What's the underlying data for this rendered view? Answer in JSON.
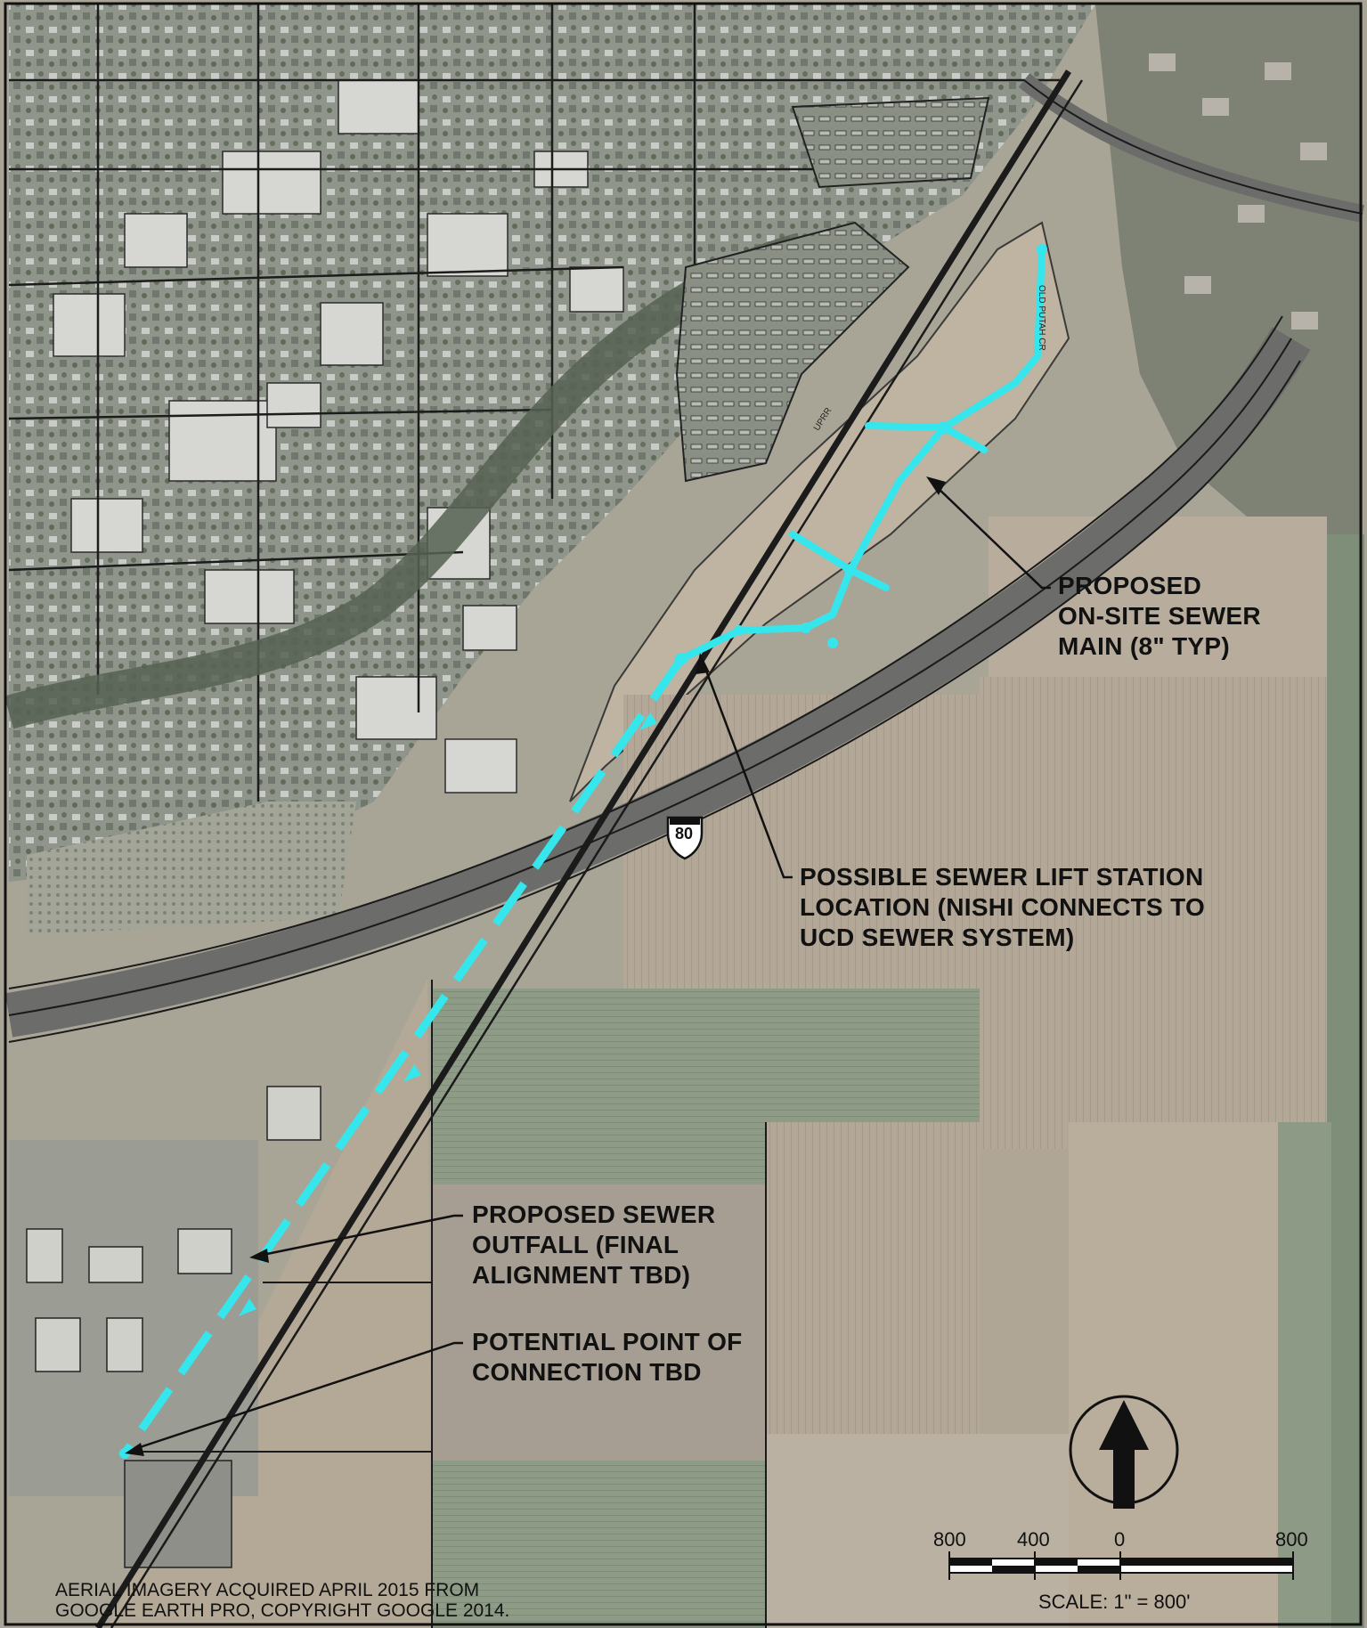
{
  "map": {
    "callouts": {
      "onsite_main": "PROPOSED\nON-SITE SEWER\nMAIN (8\" TYP)",
      "lift_station": "POSSIBLE SEWER LIFT STATION\nLOCATION (NISHI CONNECTS TO\nUCD SEWER SYSTEM)",
      "outfall": "PROPOSED SEWER\nOUTFALL (FINAL\nALIGNMENT TBD)",
      "connection": "POTENTIAL POINT OF\nCONNECTION TBD"
    },
    "road_labels": {
      "interstate": "80",
      "old_putah": "OLD PUTAH CR",
      "uprr": "UPRR"
    },
    "credit_lines": [
      "AERIAL IMAGERY ACQUIRED APRIL 2015 FROM",
      "GOOGLE EARTH PRO, COPYRIGHT GOOGLE 2014."
    ],
    "scale": {
      "ticks": [
        "800",
        "400",
        "0",
        "800"
      ],
      "caption": "SCALE: 1\" = 800'"
    },
    "north_arrow": "north-arrow-icon",
    "colors": {
      "sewer_line": "#35e6ec",
      "campus": "#8d9389",
      "fields_tan": "#b4a998",
      "fields_green": "#8c9a86",
      "roads": "#1a1a1a"
    }
  }
}
